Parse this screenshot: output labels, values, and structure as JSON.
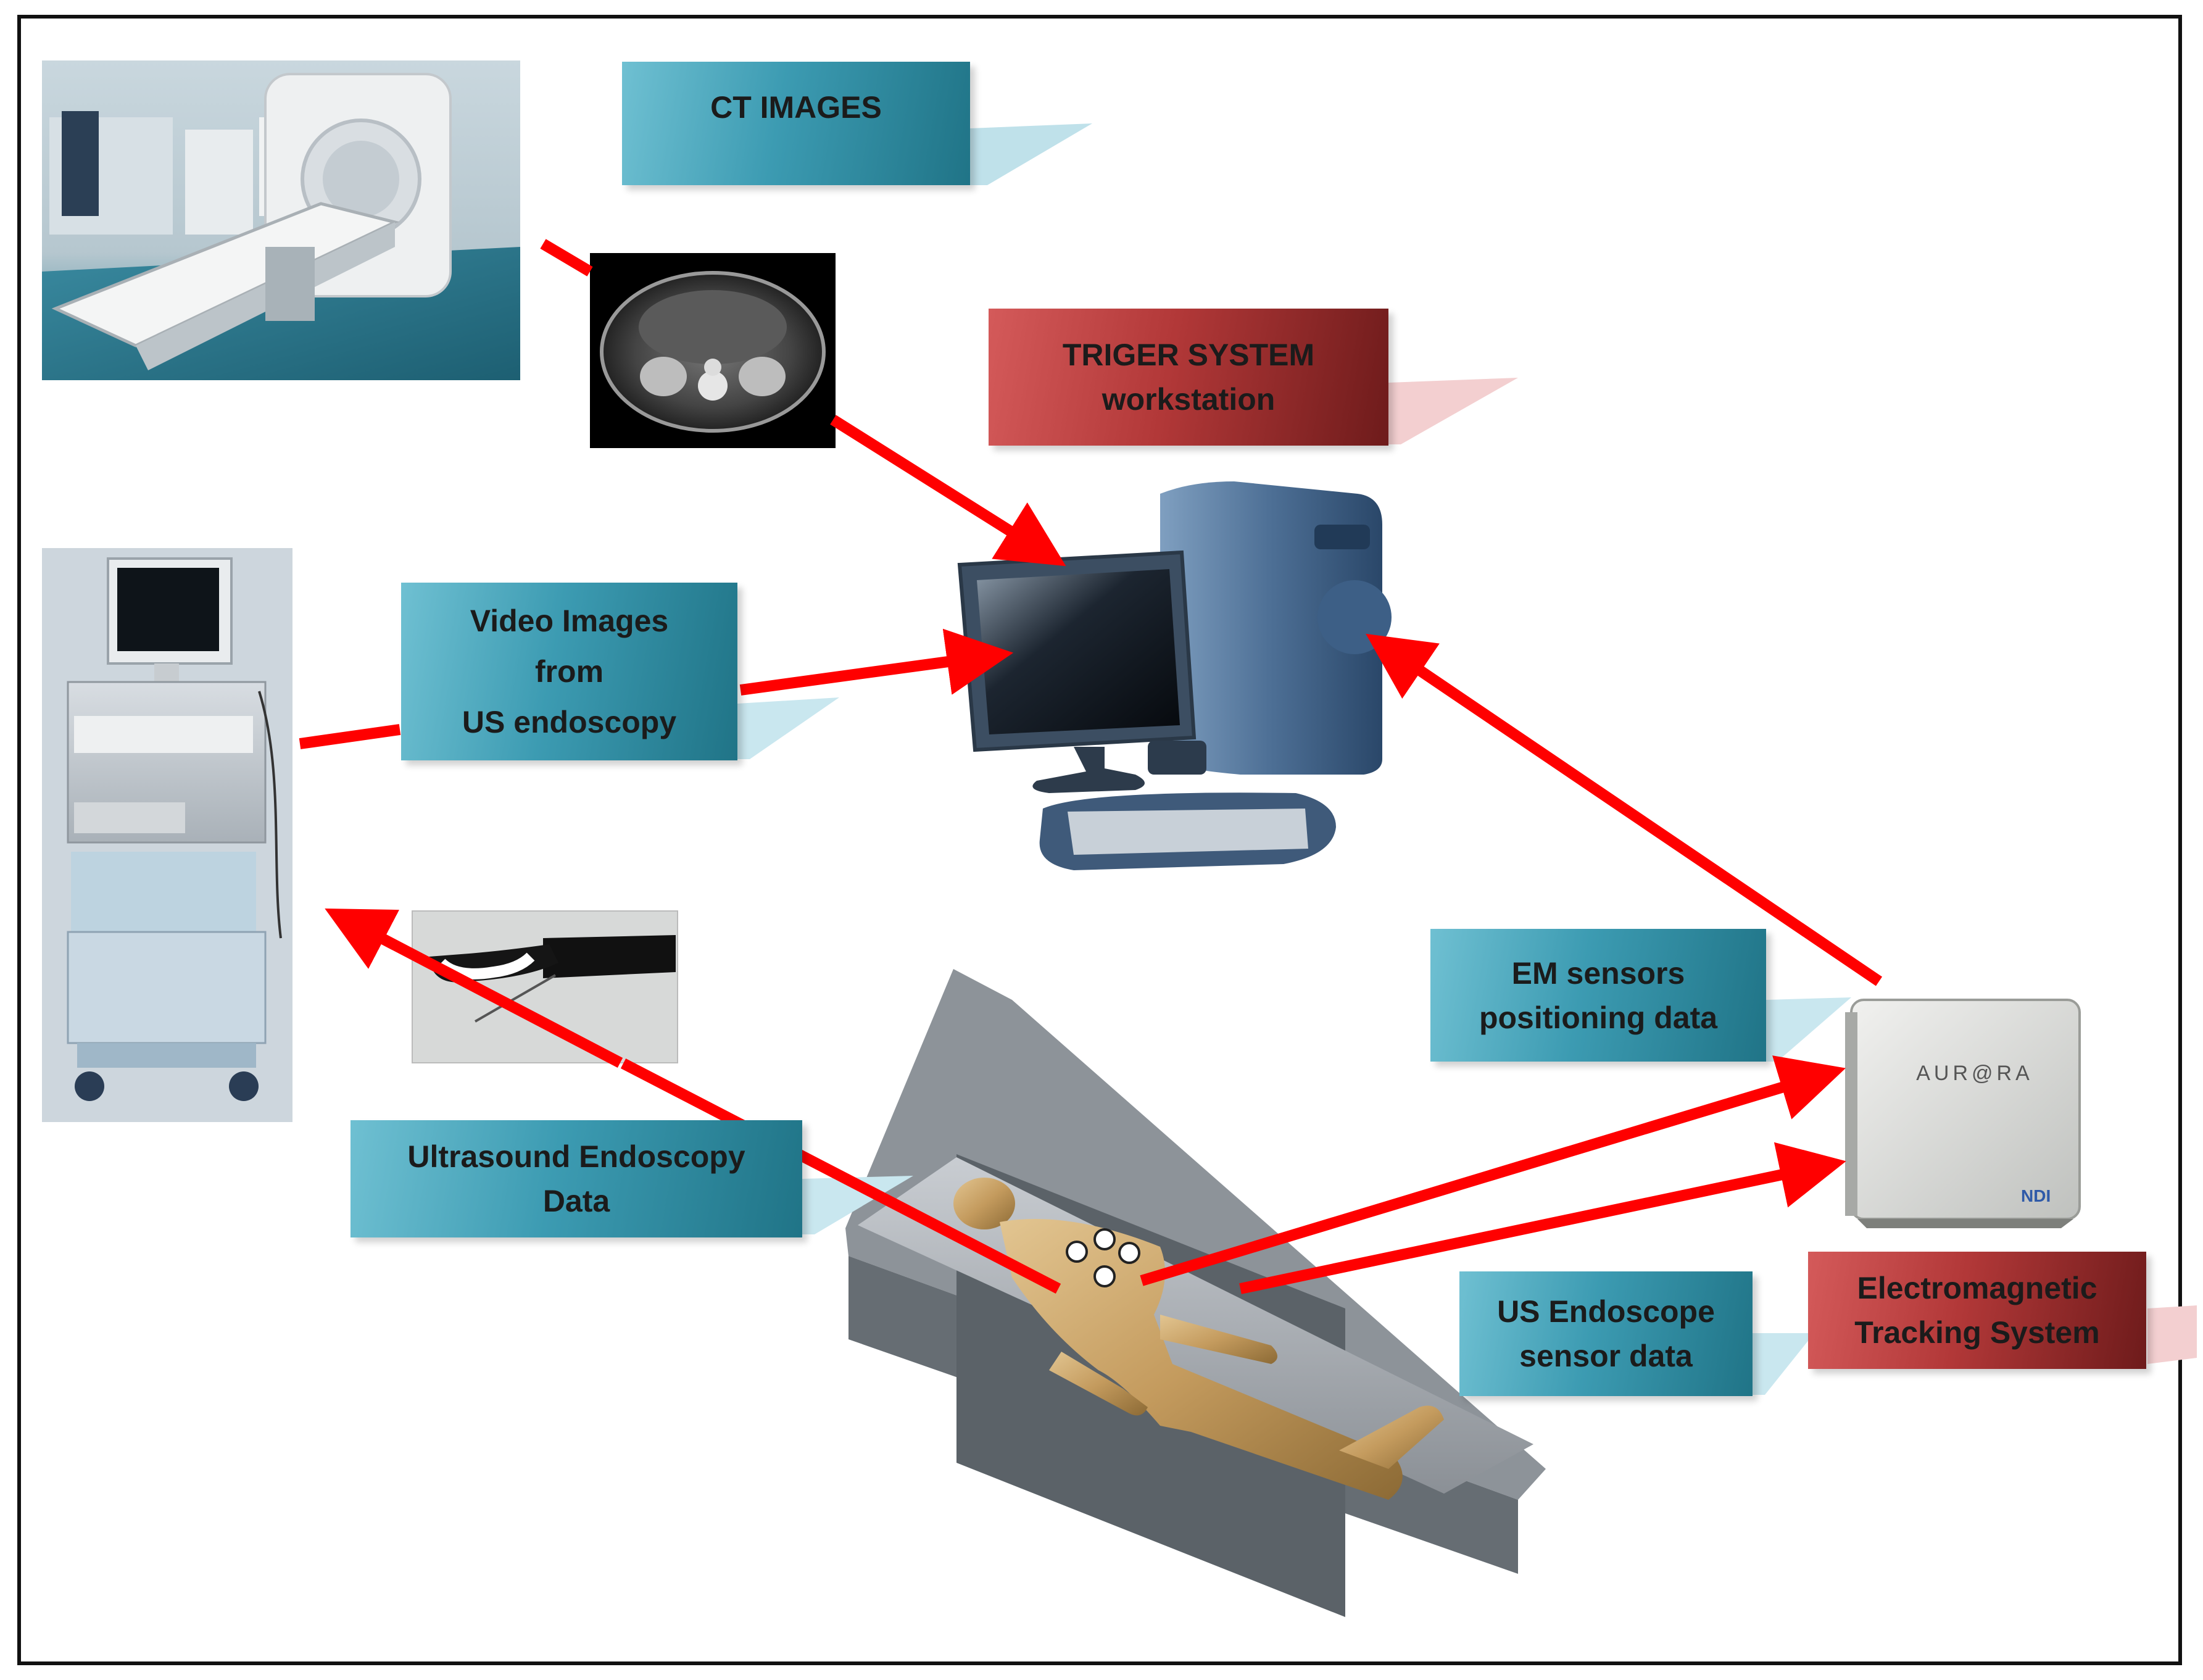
{
  "labels": {
    "ct_images": "CT IMAGES",
    "triger_line1": "TRIGER SYSTEM",
    "triger_line2": "workstation",
    "video_line1": "Video Images",
    "video_line2": "from",
    "video_line3": "US endoscopy",
    "em_line1": "EM sensors",
    "em_line2": "positioning data",
    "us_data_line1": "Ultrasound Endoscopy",
    "us_data_line2": "Data",
    "us_sensor_line1": "US Endoscope",
    "us_sensor_line2": "sensor data",
    "tracking_line1": "Electromagnetic",
    "tracking_line2": "Tracking System"
  },
  "device_text": {
    "aurora": "AUR@RA",
    "ndi": "NDI"
  },
  "colors": {
    "arrow": "#ff0000",
    "label_teal": "#2f8aa0",
    "label_red": "#a32f2f"
  }
}
